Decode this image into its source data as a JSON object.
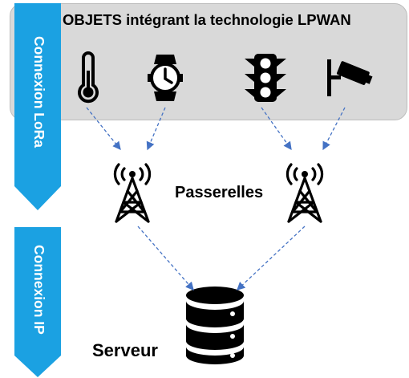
{
  "title": "OBJETS intégrant la technologie LPWAN",
  "sections": {
    "lora_label": "Connexion LoRa",
    "ip_label": "Connexion IP"
  },
  "gateway_label": "Passerelles",
  "server_label": "Serveur",
  "objects": [
    {
      "icon": "thermometer-icon"
    },
    {
      "icon": "smartwatch-icon"
    },
    {
      "icon": "traffic-light-icon"
    },
    {
      "icon": "security-camera-icon"
    }
  ],
  "colors": {
    "panel_bg": "#d9d9d9",
    "section_arrow": "#1ba1e2",
    "connector": "#4472c4",
    "icon": "#000000"
  }
}
